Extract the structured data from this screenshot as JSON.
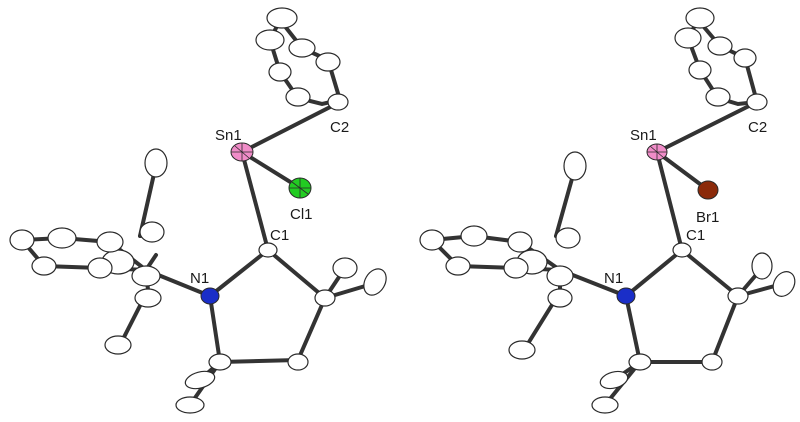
{
  "colors": {
    "sn": "#f08cc8",
    "cl": "#22cc22",
    "br": "#8b2a0a",
    "n": "#1a2ec8",
    "bond": "#333333"
  },
  "structures": [
    {
      "labels": {
        "sn": "Sn1",
        "c2": "C2",
        "halogen": "Cl1",
        "c1": "C1",
        "n1": "N1"
      },
      "halogen_color_key": "cl"
    },
    {
      "labels": {
        "sn": "Sn1",
        "c2": "C2",
        "halogen": "Br1",
        "c1": "C1",
        "n1": "N1"
      },
      "halogen_color_key": "br"
    }
  ]
}
